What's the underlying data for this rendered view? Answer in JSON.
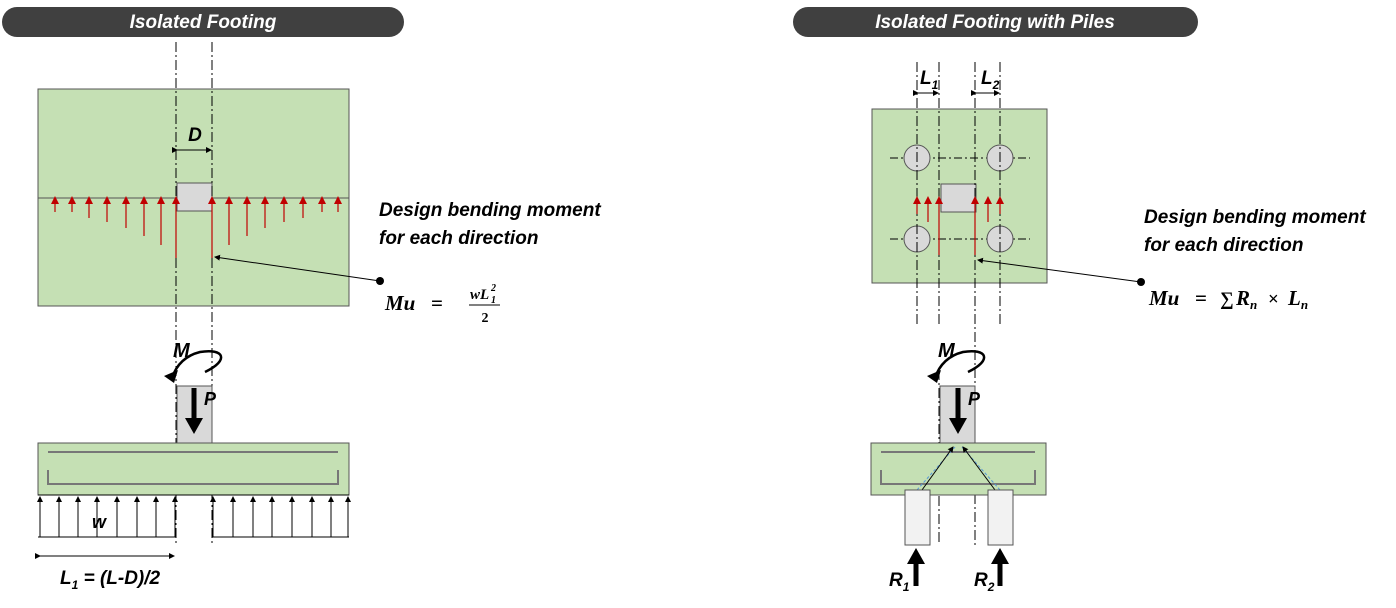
{
  "left_panel": {
    "title": "Isolated Footing",
    "dim_column": "D",
    "moment_label": "M",
    "load_label": "P",
    "pressure_label": "w",
    "span_label": {
      "L": "L",
      "sub": "1",
      "rest": " = (L-D)/2"
    },
    "note_line1": "Design bending moment",
    "note_line2": "for each direction",
    "formula": {
      "lhs": "Mu",
      "eq": "=",
      "num_base": "wL",
      "num_sub": "1",
      "num_sup": "2",
      "den": "2"
    }
  },
  "right_panel": {
    "title": "Isolated Footing with Piles",
    "dim_1": {
      "L": "L",
      "sub": "1"
    },
    "dim_2": {
      "L": "L",
      "sub": "2"
    },
    "moment_label": "M",
    "load_label": "P",
    "reaction_1": {
      "R": "R",
      "sub": "1"
    },
    "reaction_2": {
      "R": "R",
      "sub": "2"
    },
    "note_line1": "Design bending moment",
    "note_line2": "for each direction",
    "formula": {
      "lhs": "Mu",
      "eq": "=",
      "sum": "∑",
      "R": "R",
      "n1": "n",
      "times": "×",
      "L": "L",
      "n2": "n"
    }
  },
  "colors": {
    "footing_fill": "#c5e0b4",
    "column_fill": "#d9d9d9",
    "pressure_arrow": "#c00000",
    "title_bar": "#404040",
    "pile_fill": "#f2f2f2"
  },
  "icons": [
    "moment-arrow-icon",
    "load-arrow-icon",
    "pressure-arrow-icon",
    "reaction-arrow-icon",
    "pile-circle-icon"
  ]
}
